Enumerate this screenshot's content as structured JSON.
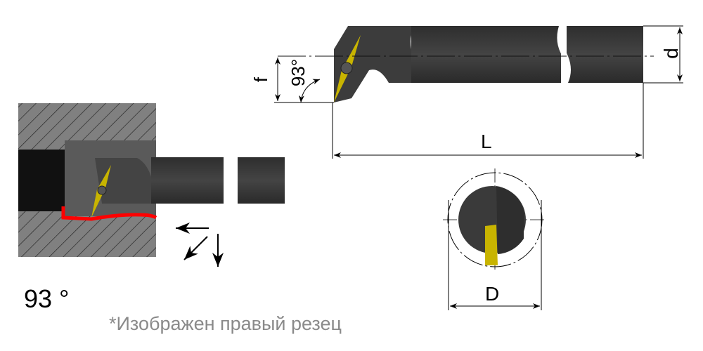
{
  "labels": {
    "f": "f",
    "angle": "93°",
    "d": "d",
    "L": "L",
    "D": "D",
    "approach_angle": "93 °",
    "caption": "*Изображен правый резец"
  },
  "colors": {
    "tool_body": "#3a3a3a",
    "insert": "#c8b400",
    "workpiece_hatch": "#808080",
    "machined_edge": "#ff0000",
    "caption": "#8a8a8a"
  }
}
